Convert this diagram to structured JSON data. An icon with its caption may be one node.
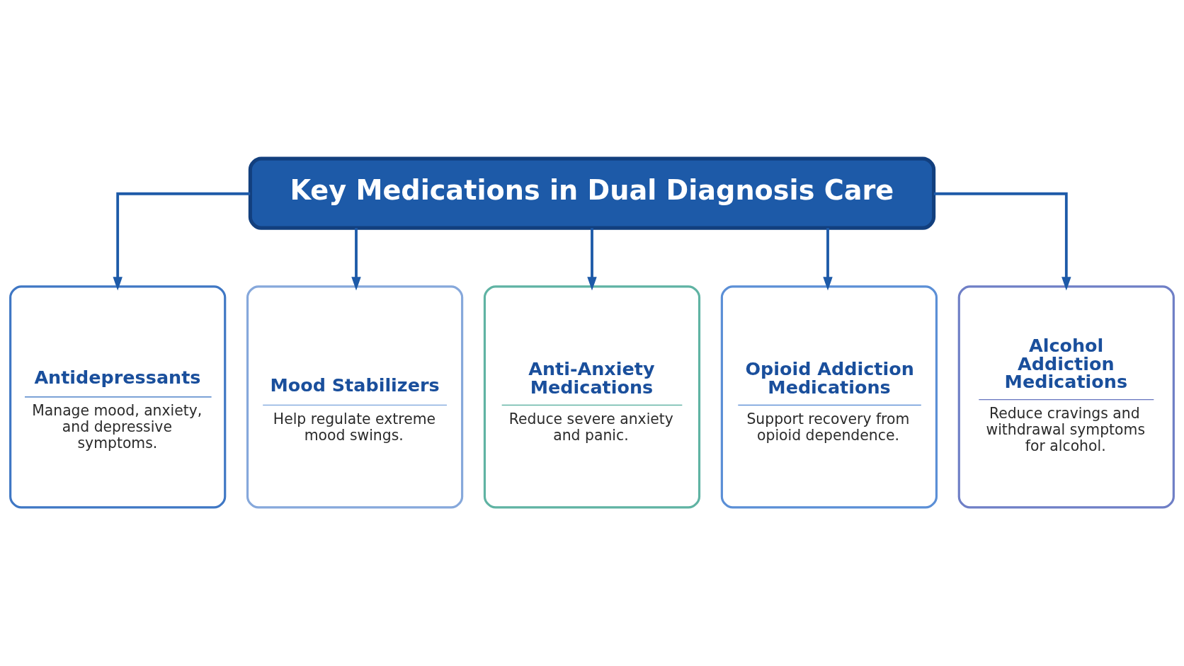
{
  "diagram": {
    "nodes": [
      {
        "text": [
          "Key Medications in Dual Diagnosis Care"
        ]
      },
      {
        "text": [
          "Antidepressants",
          "Manage mood, anxiety, and depressive symptoms."
        ]
      },
      {
        "text": [
          "Mood Stabilizers",
          "Help regulate extreme mood swings."
        ]
      },
      {
        "text": [
          "Anti-Anxiety Medications",
          "Reduce severe anxiety and panic."
        ]
      },
      {
        "text": [
          "Opioid Addiction Medications",
          "Support recovery from opioid dependence."
        ]
      },
      {
        "text": [
          "Alcohol Addiction Medications",
          "Reduce cravings and withdrawal symptoms for alcohol."
        ]
      }
    ],
    "edges": [
      {
        "from": 0,
        "to": 1,
        "arrow": "to"
      },
      {
        "from": 0,
        "to": 2,
        "arrow": "to"
      },
      {
        "from": 0,
        "to": 3,
        "arrow": "to"
      },
      {
        "from": 0,
        "to": 4,
        "arrow": "to"
      },
      {
        "from": 0,
        "to": 5,
        "arrow": "to"
      }
    ]
  }
}
